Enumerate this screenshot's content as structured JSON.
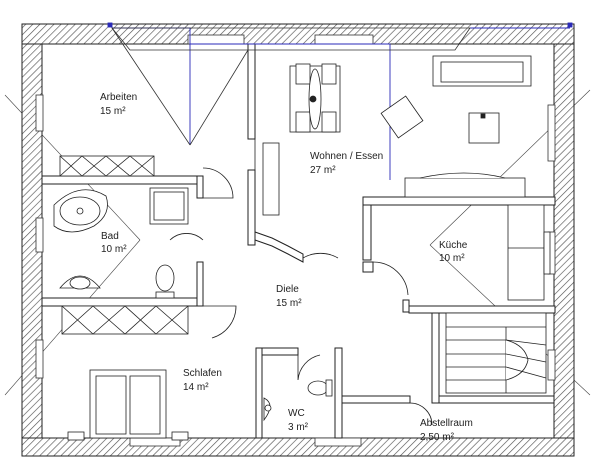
{
  "colors": {
    "wall_hatch": "#555555",
    "line": "#222222",
    "selection": "#2a2ab8"
  },
  "rooms": [
    {
      "key": "arbeiten",
      "name": "Arbeiten",
      "area": "15 m²"
    },
    {
      "key": "wohnen",
      "name": "Wohnen / Essen",
      "area": "27 m²"
    },
    {
      "key": "bad",
      "name": "Bad",
      "area": "10 m²"
    },
    {
      "key": "kueche",
      "name": "Küche",
      "area": "10 m²"
    },
    {
      "key": "diele",
      "name": "Diele",
      "area": "15 m²"
    },
    {
      "key": "schlafen",
      "name": "Schlafen",
      "area": "14 m²"
    },
    {
      "key": "wc",
      "name": "WC",
      "area": "3 m²"
    },
    {
      "key": "abstellraum",
      "name": "Abstellraum",
      "area": "2,50 m²"
    }
  ]
}
